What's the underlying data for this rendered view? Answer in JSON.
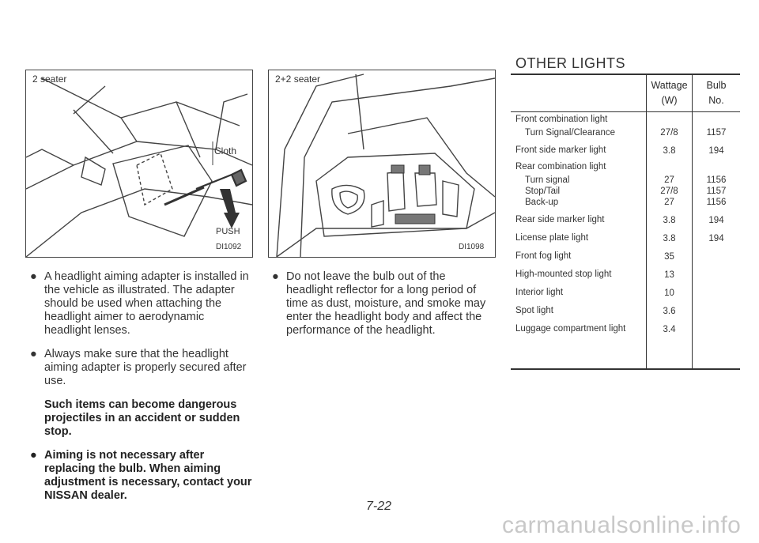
{
  "figure1": {
    "label": "2 seater",
    "cloth_label": "Cloth",
    "push_label": "PUSH",
    "code": "DI1092"
  },
  "figure2": {
    "label": "2+2 seater",
    "code": "DI1098"
  },
  "left_bullets": [
    "A headlight aiming adapter is installed in the vehicle as illustrated. The adapter should be used when attaching the headlight aimer to aerodynamic headlight lenses.",
    "Always make sure that the headlight aiming adapter is properly secured after use."
  ],
  "left_warning": "Such items can become dangerous projectiles in an accident or sudden stop.",
  "left_bold_bullet": "Aiming is not necessary after replacing the bulb. When aiming adjustment is necessary, contact your NISSAN dealer.",
  "middle_bullet": "Do not leave the bulb out of the headlight reflector for a long period of time as dust, moisture, and smoke may enter the headlight body and affect the performance of the headlight.",
  "bullet_symbol": "●",
  "other_lights": {
    "title": "OTHER LIGHTS",
    "col_wattage": "Wattage",
    "col_wattage_unit": "(W)",
    "col_bulb": "Bulb",
    "col_bulb_no": "No.",
    "rows": [
      {
        "name": "Front combination light",
        "sub": [
          {
            "name": "Turn Signal/Clearance",
            "w": "27/8",
            "b": "1157"
          }
        ]
      },
      {
        "name": "Front side marker light",
        "w": "3.8",
        "b": "194"
      },
      {
        "name": "Rear combination light",
        "sub": [
          {
            "name": "Turn signal",
            "w": "27",
            "b": "1156"
          },
          {
            "name": "Stop/Tail",
            "w": "27/8",
            "b": "1157"
          },
          {
            "name": "Back-up",
            "w": "27",
            "b": "1156"
          }
        ]
      },
      {
        "name": "Rear side marker light",
        "w": "3.8",
        "b": "194"
      },
      {
        "name": "License plate light",
        "w": "3.8",
        "b": "194"
      },
      {
        "name": "Front fog light",
        "w": "35",
        "b": ""
      },
      {
        "name": "High-mounted stop light",
        "w": "13",
        "b": ""
      },
      {
        "name": "Interior light",
        "w": "10",
        "b": ""
      },
      {
        "name": "Spot light",
        "w": "3.6",
        "b": ""
      },
      {
        "name": "Luggage compartment light",
        "w": "3.4",
        "b": ""
      }
    ]
  },
  "page_number": "7-22",
  "watermark": "carmanualsonline.info"
}
